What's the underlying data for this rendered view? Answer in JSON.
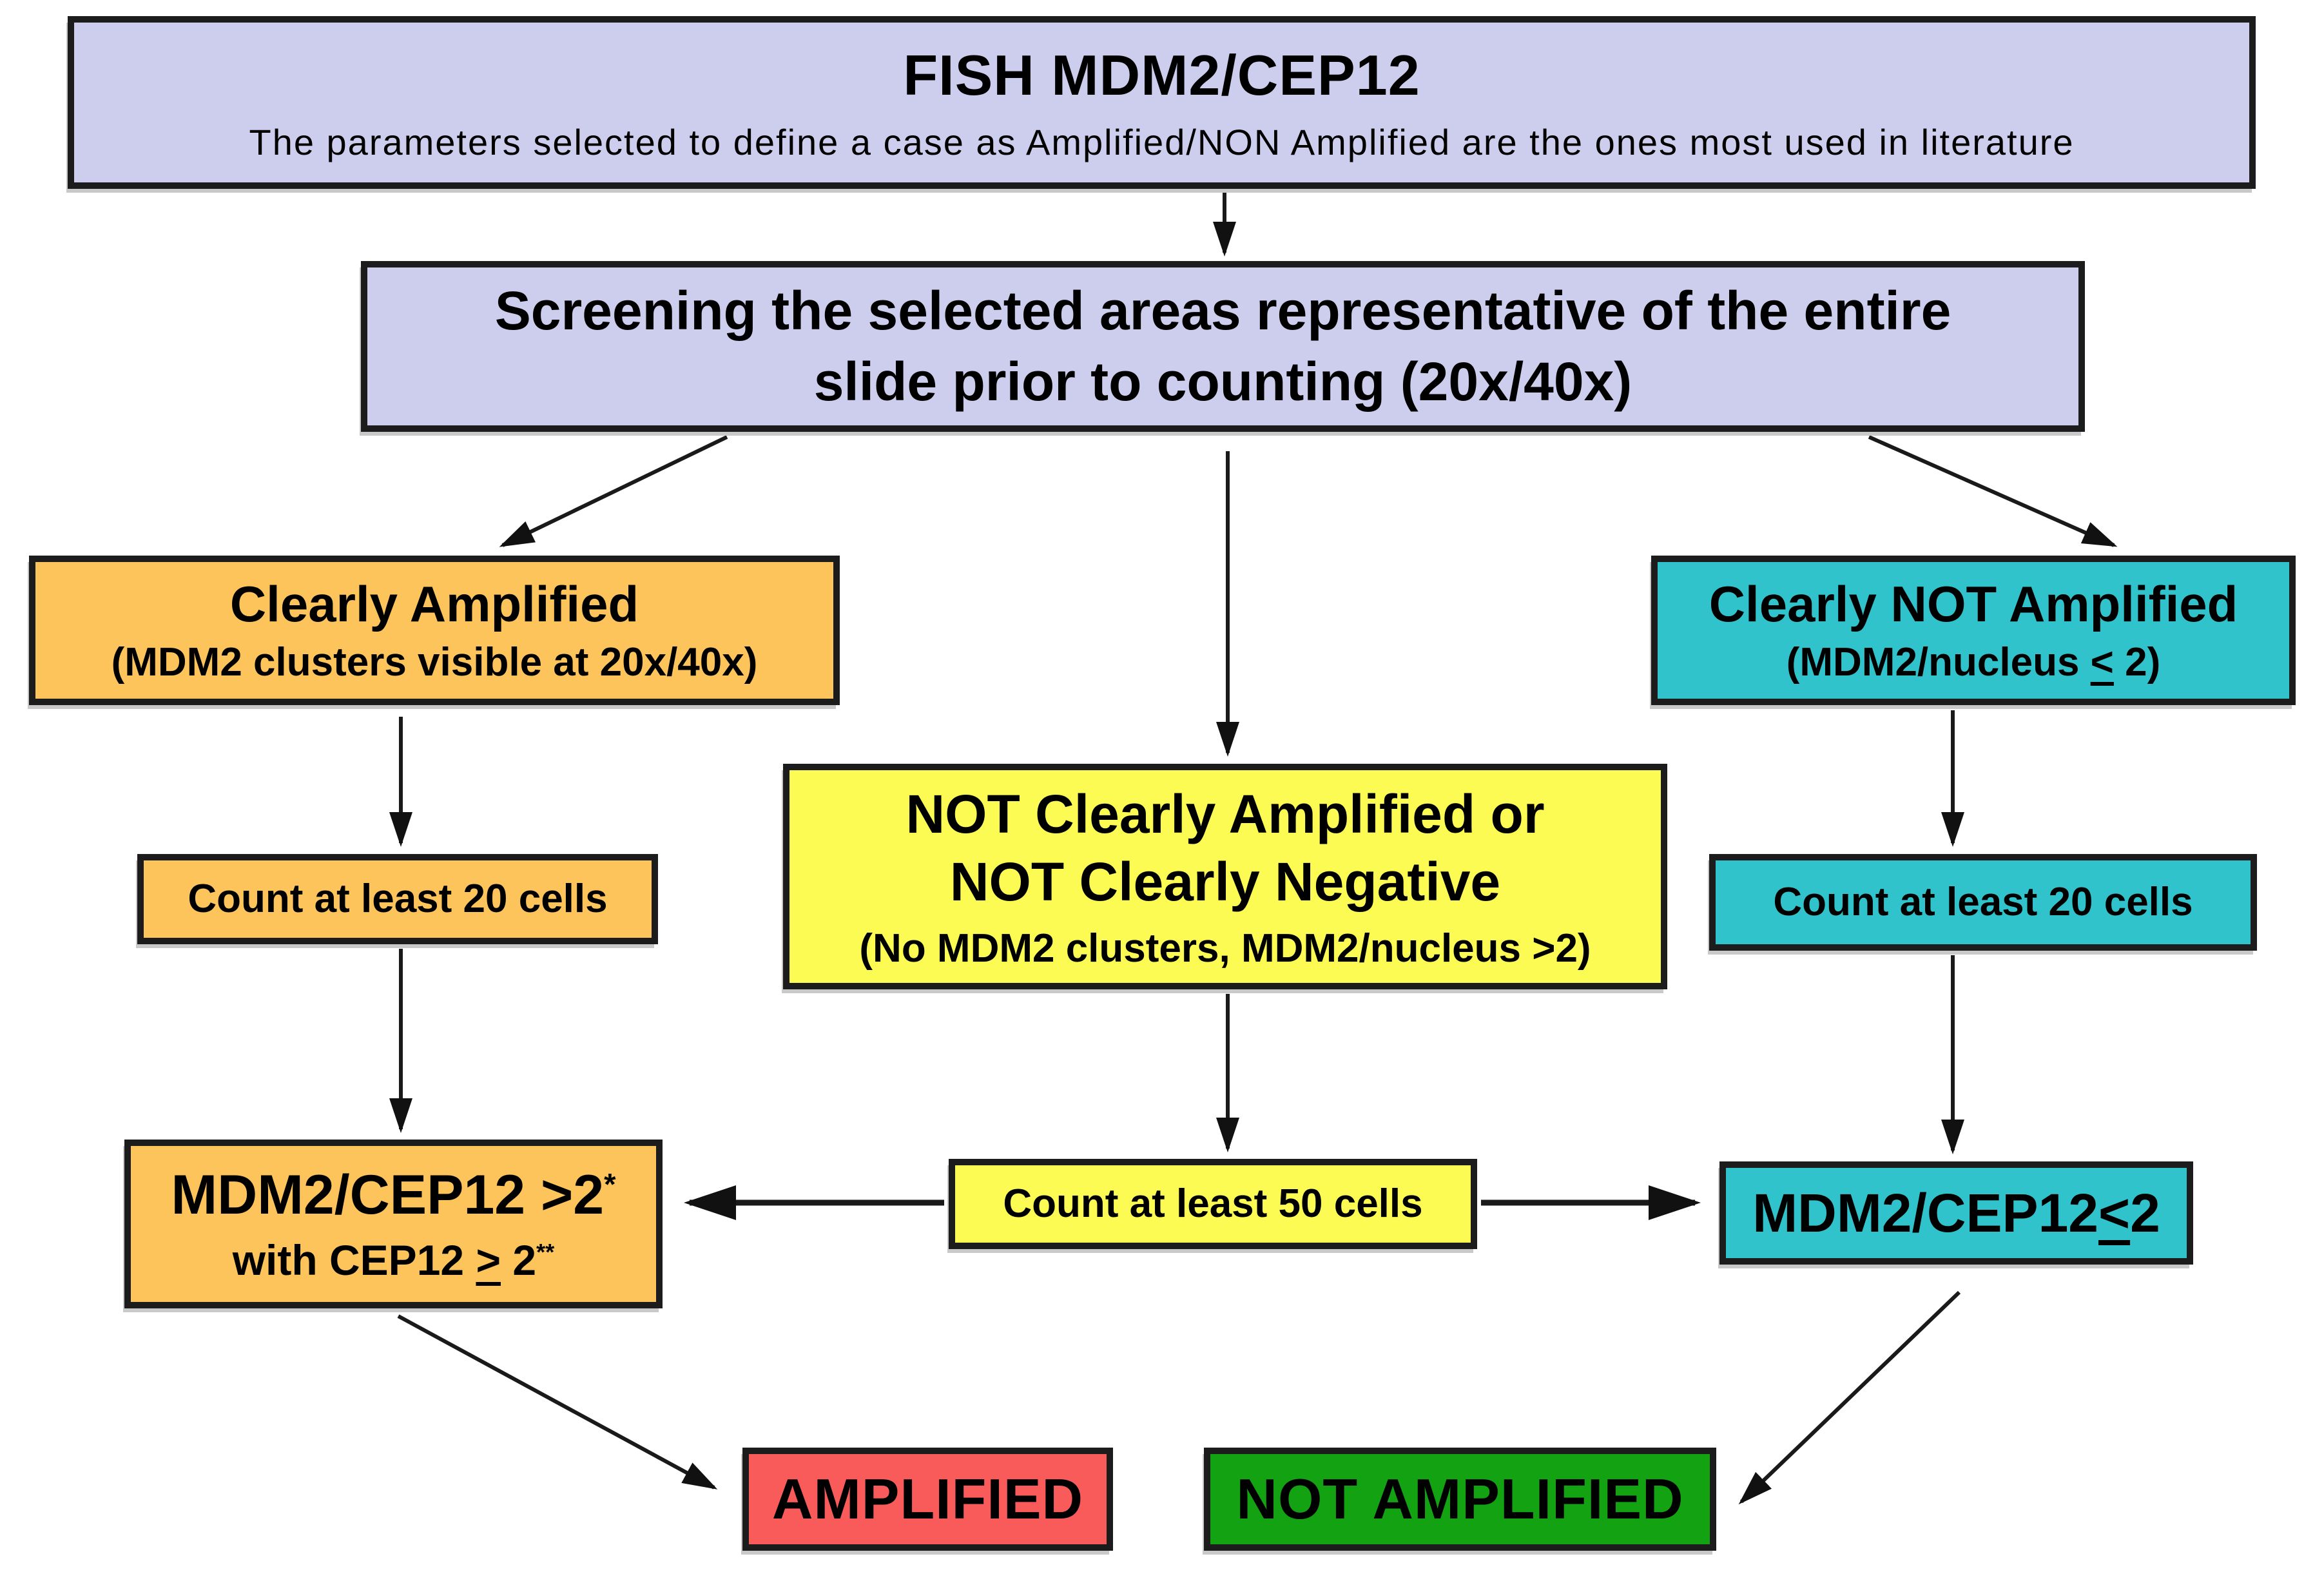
{
  "boxes": {
    "title": {
      "heading": "FISH MDM2/CEP12",
      "subheading": "The parameters selected to define a case as Amplified/NON Amplified are the ones most used in literature"
    },
    "screening": {
      "line1": "Screening the selected areas representative of the entire",
      "line2": "slide prior to counting (20x/40x)"
    },
    "clearly_amplified": {
      "heading": "Clearly Amplified",
      "subheading": "(MDM2 clusters visible at 20x/40x)"
    },
    "clearly_not_amplified": {
      "heading": "Clearly NOT Amplified",
      "sub_pre": "(MDM2/nucleus ",
      "sub_op": "<",
      "sub_post": " 2)"
    },
    "not_clearly": {
      "line1": "NOT Clearly Amplified or",
      "line2": "NOT Clearly Negative",
      "subheading": "(No MDM2 clusters, MDM2/nucleus >2)"
    },
    "count20_left": {
      "label": "Count at least 20 cells"
    },
    "count20_right": {
      "label": "Count at least 20 cells"
    },
    "ratio_amplified": {
      "line1_main": "MDM2/CEP12 >2",
      "line1_sup": "*",
      "line2_pre": "with CEP12 ",
      "line2_op": ">",
      "line2_post": " 2",
      "line2_sup": "**"
    },
    "count50": {
      "label": "Count at least 50 cells"
    },
    "ratio_not_amplified": {
      "pre": "MDM2/CEP12",
      "op": "<",
      "post": "2"
    },
    "amplified": {
      "label": "AMPLIFIED"
    },
    "not_amplified": {
      "label": "NOT AMPLIFIED"
    }
  },
  "colors": {
    "lavender": "#cdcdee",
    "orange": "#fcc45a",
    "teal": "#31c3cb",
    "yellow": "#fbfb53",
    "red": "#f95b5b",
    "green": "#12a212",
    "border": "#1c1c1c",
    "arrow": "#1a1a1a",
    "background": "#ffffff"
  }
}
